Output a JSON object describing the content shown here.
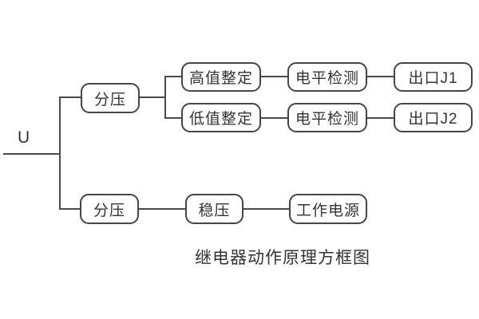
{
  "diagram": {
    "input_label": "U",
    "caption": "继电器动作原理方框图",
    "nodes": {
      "fenya_top": "分压",
      "gaozhi_zhengding": "高值整定",
      "dizhi_zhengding": "低值整定",
      "dianping_jiance_1": "电平检测",
      "dianping_jiance_2": "电平检测",
      "chukou_j1": "出口J1",
      "chukou_j2": "出口J2",
      "fenya_bottom": "分压",
      "wenya": "稳压",
      "gongzuo_dianyuan": "工作电源"
    },
    "colors": {
      "line": "#4a4a4a",
      "border": "#454545",
      "text": "#333333",
      "background": "#ffffff"
    }
  }
}
